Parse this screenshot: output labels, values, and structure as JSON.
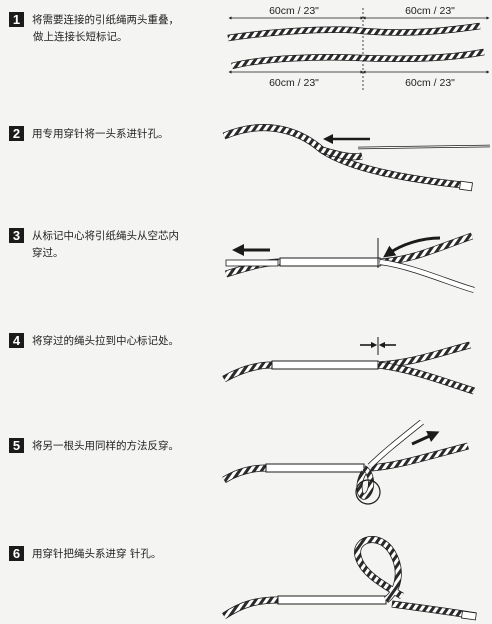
{
  "steps": [
    {
      "number": "1",
      "lines": [
        "将需要连接的引纸绳两头重叠，",
        "做上连接长短标记。"
      ]
    },
    {
      "number": "2",
      "lines": [
        "用专用穿针将一头系进针孔。"
      ]
    },
    {
      "number": "3",
      "lines": [
        "从标记中心将引纸绳头从空芯内",
        "穿过。"
      ]
    },
    {
      "number": "4",
      "lines": [
        "将穿过的绳头拉到中心标记处。"
      ]
    },
    {
      "number": "5",
      "lines": [
        "将另一根头用同样的方法反穿。"
      ]
    },
    {
      "number": "6",
      "lines": [
        "用穿针把绳头系进穿 针孔。"
      ]
    }
  ],
  "dimensions": {
    "top_left": "60cm / 23\"",
    "top_right": "60cm / 23\"",
    "bottom_left": "60cm / 23\"",
    "bottom_right": "60cm / 23\""
  },
  "colors": {
    "ink": "#1b1b1b",
    "paper": "#f4f4f2",
    "rope": "#ffffff"
  },
  "icons": [
    "arrow-icon",
    "needle-icon",
    "center-mark-icon"
  ]
}
